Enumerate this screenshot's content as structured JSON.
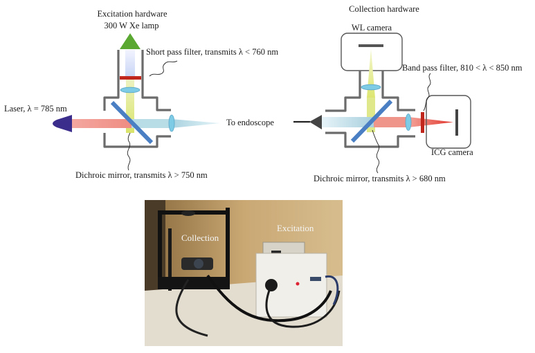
{
  "excitation": {
    "title": "Excitation hardware",
    "lamp": "300 W Xe lamp",
    "short_pass": "Short pass filter, transmits λ < 760 nm",
    "laser": "Laser, λ = 785 nm",
    "output": "To endoscope",
    "dichroic": "Dichroic mirror, transmits λ > 750 nm"
  },
  "collection": {
    "title": "Collection hardware",
    "wl_camera": "WL camera",
    "band_pass": "Band pass filter, 810 < λ < 850 nm",
    "icg_camera": "ICG camera",
    "dichroic": "Dichroic mirror, transmits λ > 680 nm"
  },
  "photo": {
    "collection": "Collection",
    "excitation": "Excitation"
  },
  "colors": {
    "laser_beam": "#f08a80",
    "visible_beam": "#dfe88a",
    "mixed_beam": "#b9dde6",
    "mirror": "#4a7fc4",
    "lens": "#7ecbe6",
    "filter_red": "#c0261c",
    "lamp_green": "#5aa832",
    "laser_head": "#3b2d8c"
  }
}
